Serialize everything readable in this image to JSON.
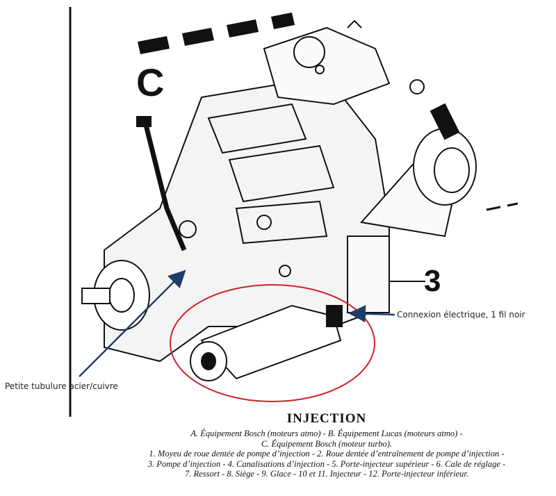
{
  "figure": {
    "section_letter": "C",
    "part_number": "3",
    "colors": {
      "highlight": "#d0202a",
      "arrow": "#1f3d6b",
      "ink": "#111111"
    }
  },
  "annotations": {
    "electrical_connection": "Connexion électrique, 1 fil noir",
    "small_tube": "Petite tubulure  acier/cuivre"
  },
  "caption": {
    "title": "INJECTION",
    "lines": [
      "A. Équipement Bosch (moteurs atmo) - B. Équipement Lucas (moteurs atmo) -",
      "C. Équipement Bosch (moteur turbo).",
      "1. Moyeu de roue dentée de pompe d’injection - 2. Roue dentée d’entraînement de pompe d’injection -",
      "3. Pompe d’injection - 4. Canalisations d’injection - 5. Porte-injecteur supérieur - 6. Cale de réglage -",
      "7. Ressort - 8. Siège - 9. Glace - 10 et 11. Injecteur - 12. Porte-injecteur inférieur."
    ]
  }
}
